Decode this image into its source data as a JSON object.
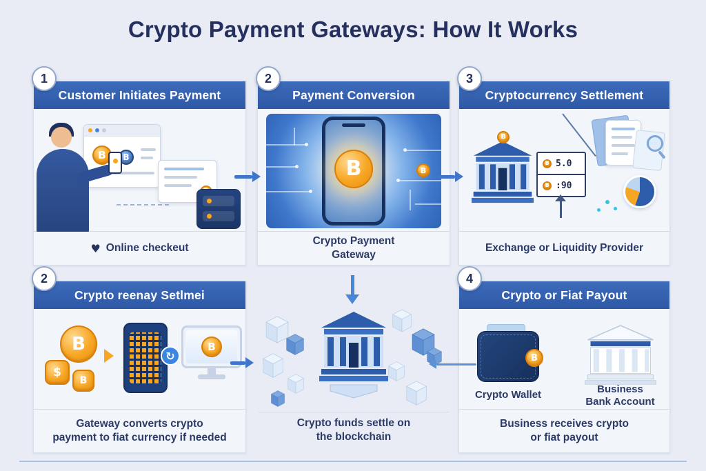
{
  "title": "Crypto Payment Gateways: How It Works",
  "panel1": {
    "badge": "1",
    "header": "Customer Initiates Payment",
    "caption": "Online checkeut"
  },
  "panel2": {
    "badge": "2",
    "header": "Payment Conversion",
    "caption_line1": "Crypto Payment",
    "caption_line2": "Gateway"
  },
  "panel3": {
    "badge": "3",
    "header": "Cryptocurrency Settlement",
    "caption": "Exchange or Liquidity Provider",
    "ledger_row1": "5.0",
    "ledger_row2": ":90"
  },
  "panel4": {
    "badge": "2",
    "header": "Crypto reenay Setlmei",
    "caption_line1": "Gateway converts crypto",
    "caption_line2": "payment to fiat currency if needed"
  },
  "panel5": {
    "caption_line1": "Crypto funds settle on",
    "caption_line2": "the blockchain"
  },
  "panel6": {
    "badge": "4",
    "header": "Crypto or Fiat Payout",
    "wallet_label": "Crypto Wallet",
    "bank_label_line1": "Business",
    "bank_label_line2": "Bank Account",
    "caption_line1": "Business receives crypto",
    "caption_line2": "or fiat payout"
  },
  "glyphs": {
    "bitcoin": "B",
    "dollar": "$",
    "heart": "♥",
    "refresh": "↻"
  },
  "colors": {
    "banner_blue": "#2e58a6",
    "bitcoin_orange": "#f7a623",
    "navy_text": "#25305e",
    "accent_blue": "#3f76c9",
    "background": "#e9ecf4"
  }
}
